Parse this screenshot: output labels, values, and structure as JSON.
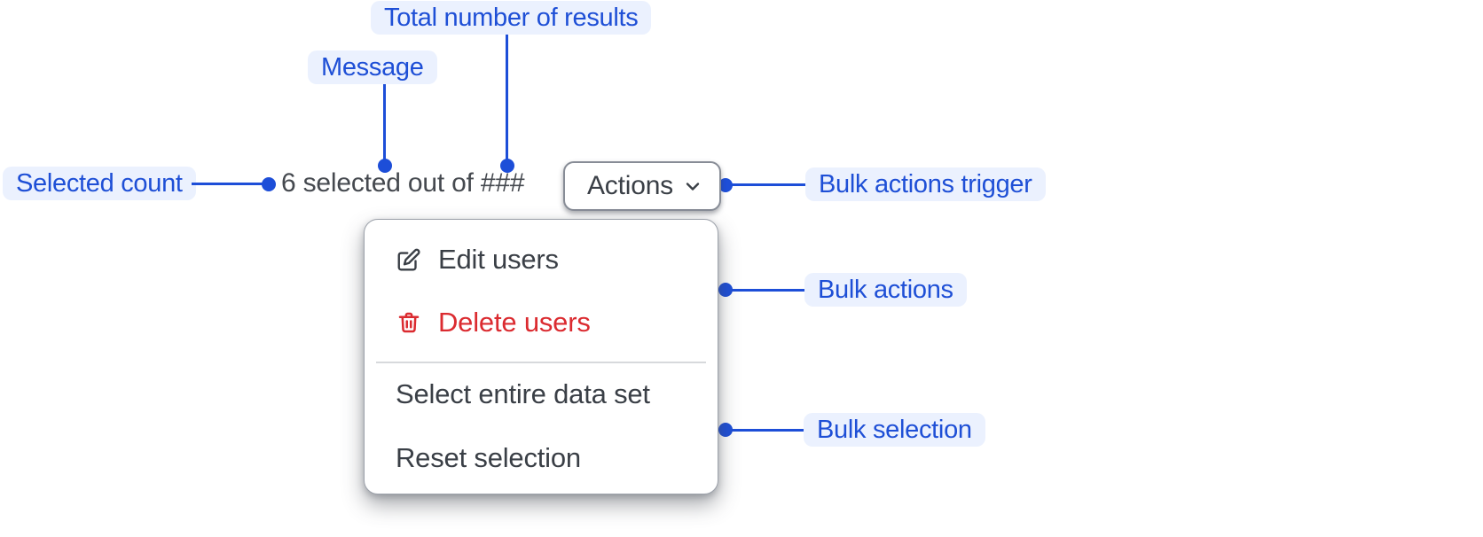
{
  "colors": {
    "label_bg": "#EBF1FE",
    "label_text": "#1E4FD6",
    "line": "#1D4ED8",
    "text_dark": "#45494F",
    "menu_text": "#3A3F46",
    "danger": "#DB2B30",
    "border_gray": "#878C96",
    "divider": "#D7D9DC",
    "canvas": "#FFFFFF"
  },
  "callouts": {
    "total_results": "Total number of results",
    "message": "Message",
    "selected_count": "Selected count",
    "bulk_actions_trigger": "Bulk actions trigger",
    "bulk_actions": "Bulk actions",
    "bulk_selection": "Bulk selection"
  },
  "selection_bar": {
    "message": "6 selected out of ###",
    "selected_count_value": "6",
    "total_placeholder": "###",
    "actions_button_label": "Actions"
  },
  "menu": {
    "items": [
      {
        "label": "Edit users",
        "icon": "edit-icon",
        "style": "default"
      },
      {
        "label": "Delete users",
        "icon": "trash-icon",
        "style": "danger"
      },
      {
        "label": "Select entire data set",
        "icon": null,
        "style": "default"
      },
      {
        "label": "Reset selection",
        "icon": null,
        "style": "default"
      }
    ]
  }
}
